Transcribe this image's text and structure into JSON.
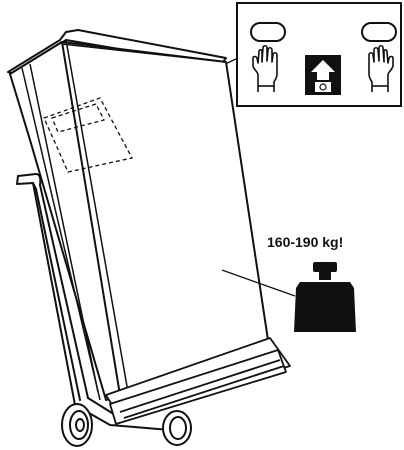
{
  "weight_warning": {
    "text": "160-190 kg!"
  },
  "icons": {
    "inset_panel": "handling-instructions-panel",
    "left_hand": "hand-icon",
    "right_hand": "hand-icon",
    "up_arrow_symbol": "this-side-up-icon",
    "weight": "weight-icon",
    "appliance": "refrigerator-on-hand-truck"
  },
  "colors": {
    "line": "#111111",
    "background": "#ffffff",
    "fill_dark": "#111111"
  }
}
